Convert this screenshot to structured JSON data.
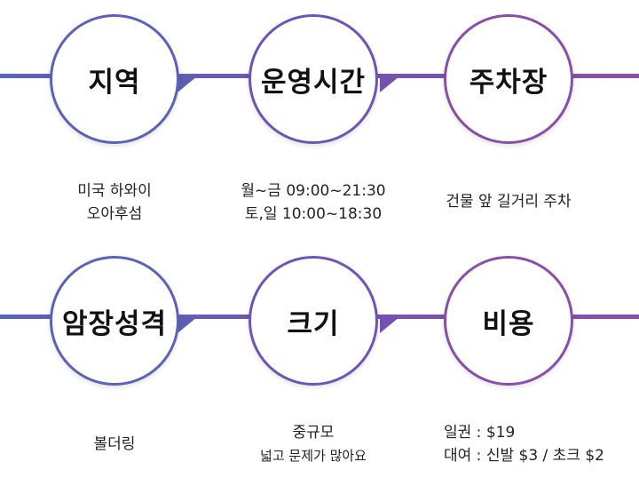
{
  "colors": {
    "blue": "#5a5fb5",
    "indigo": "#6a55b5",
    "violet": "#7a4fae",
    "purple": "#8a4fa6"
  },
  "items": [
    {
      "title": "지역",
      "lines": [
        "미국 하와이",
        "오아후섬"
      ]
    },
    {
      "title": "운영시간",
      "lines": [
        "월~금  09:00~21:30",
        "토,일 10:00~18:30"
      ]
    },
    {
      "title": "주차장",
      "lines": [
        "건물 앞 길거리 주차"
      ]
    },
    {
      "title": "암장성격",
      "lines": [
        "볼더링"
      ]
    },
    {
      "title": "크기",
      "lines": [
        "중규모",
        "넓고 문제가 많아요"
      ]
    },
    {
      "title": "비용",
      "lines": [
        "일권 : $19",
        "대여 : 신발 $3 / 초크 $2"
      ]
    }
  ]
}
